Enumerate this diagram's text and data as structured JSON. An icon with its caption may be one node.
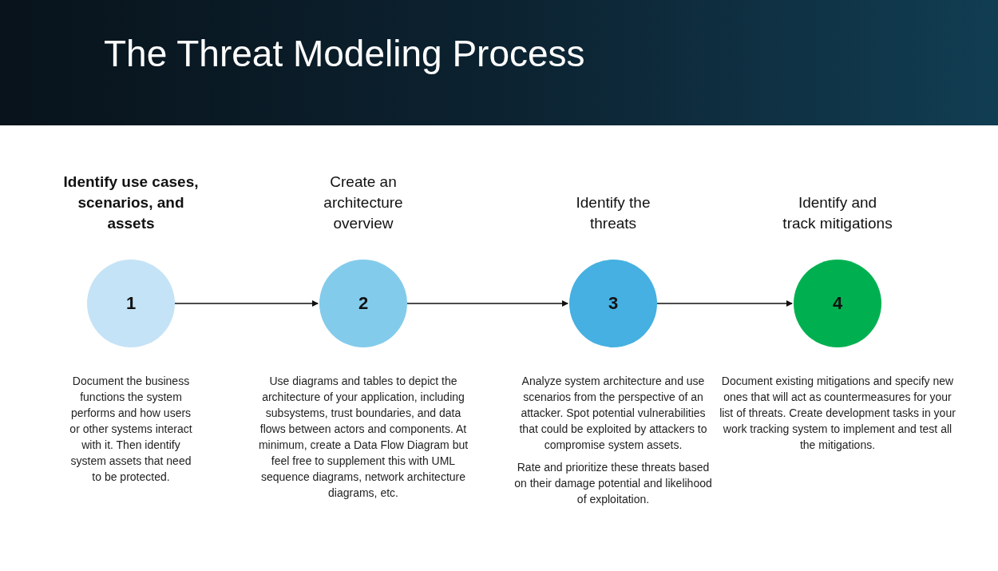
{
  "diagram": {
    "title": "The Threat Modeling Process",
    "nodes": [
      {
        "text": [
          "Identify use cases, scenarios, and assets",
          "1"
        ],
        "beside": [
          "Document the business functions the system performs and how users or other systems interact with it. Then identify system assets that need to be protected."
        ]
      },
      {
        "text": [
          "Create an architecture overview",
          "2"
        ],
        "beside": [
          "Use diagrams and tables to depict the architecture of your application, including subsystems, trust boundaries, and data flows between actors and components. At minimum, create a Data Flow Diagram but feel free to supplement this with UML sequence diagrams, network architecture diagrams, etc."
        ]
      },
      {
        "text": [
          "Identify the threats",
          "3"
        ],
        "beside": [
          "Analyze system architecture and use scenarios from the perspective of an attacker. Spot potential vulnerabilities that could be exploited by attackers to compromise system assets.",
          "Rate and prioritize these threats based on their damage potential and likelihood of exploitation."
        ]
      },
      {
        "text": [
          "Identify and track mitigations",
          "4"
        ],
        "beside": [
          "Document existing mitigations and specify new ones that will act as countermeasures for your list of threats. Create development tasks in your work tracking system to implement and test all the mitigations."
        ]
      }
    ],
    "edges": [
      {
        "from": 0,
        "to": 1,
        "arrow": "to"
      },
      {
        "from": 1,
        "to": 2,
        "arrow": "to"
      },
      {
        "from": 2,
        "to": 3,
        "arrow": "to"
      }
    ]
  }
}
